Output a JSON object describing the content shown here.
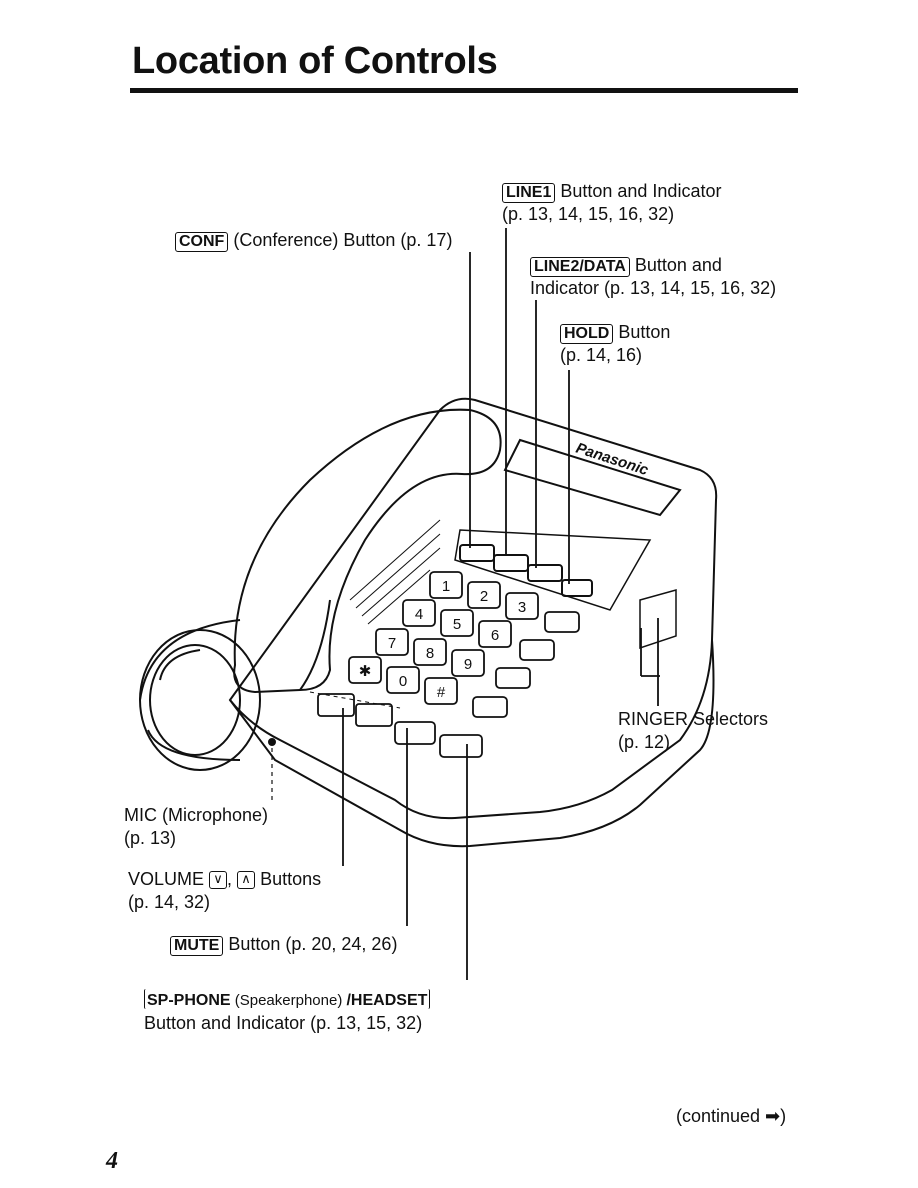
{
  "page": {
    "title": "Location of Controls",
    "page_number": "4",
    "continued": "(continued ➡)"
  },
  "phone_drawing": {
    "brand": "Panasonic",
    "keypad": [
      "1",
      "2",
      "3",
      "4",
      "5",
      "6",
      "7",
      "8",
      "9",
      "✱",
      "0",
      "#"
    ]
  },
  "callouts": {
    "line1": {
      "key": "LINE1",
      "text": " Button and Indicator",
      "refs": "(p. 13, 14, 15, 16, 32)"
    },
    "conf": {
      "key": "CONF",
      "text": " (Conference) Button (p. 17)"
    },
    "line2": {
      "key": "LINE2/DATA",
      "text": " Button and",
      "line2": "Indicator (p. 13, 14, 15, 16, 32)"
    },
    "hold": {
      "key": "HOLD",
      "text": " Button",
      "refs": "(p. 14, 16)"
    },
    "ringer": {
      "text": "RINGER Selectors",
      "refs": "(p. 12)"
    },
    "mic": {
      "text": "MIC (Microphone)",
      "refs": "(p. 13)"
    },
    "volume": {
      "text": "VOLUME",
      "down_icon": "∨",
      "sep": ", ",
      "up_icon": "∧",
      "text2": " Buttons",
      "refs": "(p. 14, 32)"
    },
    "mute": {
      "key": "MUTE",
      "text": " Button (p. 20, 24, 26)"
    },
    "spphone": {
      "key_bold1": "SP-PHONE",
      "key_mid": " (Speakerphone) ",
      "key_bold2": "/HEADSET",
      "line2": "Button and Indicator (p. 13, 15, 32)"
    }
  }
}
